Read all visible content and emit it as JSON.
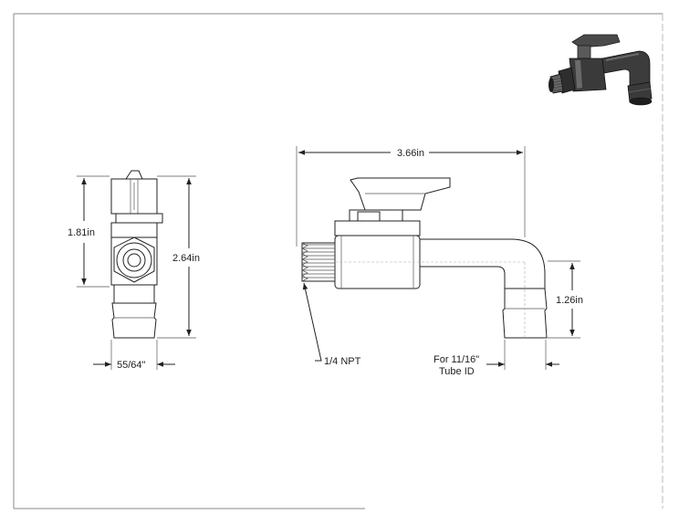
{
  "drawing": {
    "side_view": {
      "width_label": "55/64\"",
      "center_height_label": "1.81in",
      "overall_height_label": "2.64in"
    },
    "front_view": {
      "length_label": "3.66in",
      "outlet_height_label": "1.26in",
      "thread_label": "1/4 NPT",
      "tube_note_line1": "For 11/16\"",
      "tube_note_line2": "Tube ID"
    }
  },
  "colors": {
    "line": "#222222",
    "frame": "#888888",
    "render_body": "#3a3a3a"
  }
}
